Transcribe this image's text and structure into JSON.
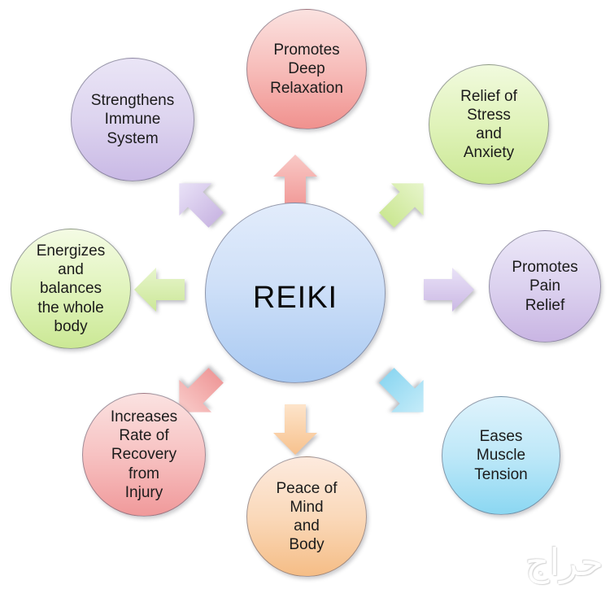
{
  "diagram": {
    "title": "Reiki Benefits Radial Diagram",
    "background_color": "#ffffff",
    "hub": {
      "text": "Reiki",
      "fill_top": "#dde8fa",
      "fill_bottom": "#9ec2f0",
      "text_color": "#0a0a0a"
    },
    "nodes": [
      {
        "id": "promotes-deep-relaxation",
        "text": "Promotes\nDeep\nRelaxation",
        "color_top": "#fadcda",
        "color_bottom": "#f2938f",
        "position": "top"
      },
      {
        "id": "relief-of-stress-and-anxiety",
        "text": "Relief of\nStress\nand\nAnxiety",
        "color_top": "#eaf6cf",
        "color_bottom": "#cbe89a",
        "position": "top-right"
      },
      {
        "id": "promotes-pain-relief",
        "text": "Promotes\nPain\nRelief",
        "color_top": "#e8e3f5",
        "color_bottom": "#cdb9e4",
        "position": "right"
      },
      {
        "id": "eases-muscle-tension",
        "text": "Eases\nMuscle\nTension",
        "color_top": "#d4eefb",
        "color_bottom": "#92d9f2",
        "position": "bottom-right"
      },
      {
        "id": "peace-of-mind-and-body",
        "text": "Peace of\nMind\nand\nBody",
        "color_top": "#fbe3cd",
        "color_bottom": "#f6c18a",
        "position": "bottom"
      },
      {
        "id": "increases-rate-of-recovery-from-injury",
        "text": "Increases\nRate of\nRecovery\nfrom\nInjury",
        "color_top": "#fadcdb",
        "color_bottom": "#f2999a",
        "position": "bottom-left"
      },
      {
        "id": "energizes-and-balances-the-whole-body",
        "text": "Energizes\nand\nbalances\nthe whole\nbody",
        "color_top": "#eef8d6",
        "color_bottom": "#cbe897",
        "position": "left"
      },
      {
        "id": "strengthens-immune-system",
        "text": "Strengthens\nImmune\nSystem",
        "color_top": "#e6e1f4",
        "color_bottom": "#cbbce6",
        "position": "top-left"
      }
    ],
    "arrows": [
      {
        "id": "arrow-up",
        "direction": "up",
        "color_top": "#f9c9c6",
        "color_bottom": "#f19a98"
      },
      {
        "id": "arrow-up-right",
        "direction": "up-right",
        "color_top": "#e3f3c2",
        "color_bottom": "#cbe793"
      },
      {
        "id": "arrow-right",
        "direction": "right",
        "color_top": "#e5ddf3",
        "color_bottom": "#cbb8e4"
      },
      {
        "id": "arrow-down-right",
        "direction": "down-right",
        "color_top": "#bfe8f8",
        "color_bottom": "#8ed7f1"
      },
      {
        "id": "arrow-down",
        "direction": "down",
        "color_top": "#fbdec1",
        "color_bottom": "#f7c18d"
      },
      {
        "id": "arrow-down-left",
        "direction": "down-left",
        "color_top": "#f7c2c1",
        "color_bottom": "#ef9a9a"
      },
      {
        "id": "arrow-left",
        "direction": "left",
        "color_top": "#e3f3c2",
        "color_bottom": "#cbe797"
      },
      {
        "id": "arrow-up-left",
        "direction": "up-left",
        "color_top": "#e3dcf2",
        "color_bottom": "#cab7e3"
      }
    ],
    "watermark": {
      "text": "حراج"
    }
  }
}
